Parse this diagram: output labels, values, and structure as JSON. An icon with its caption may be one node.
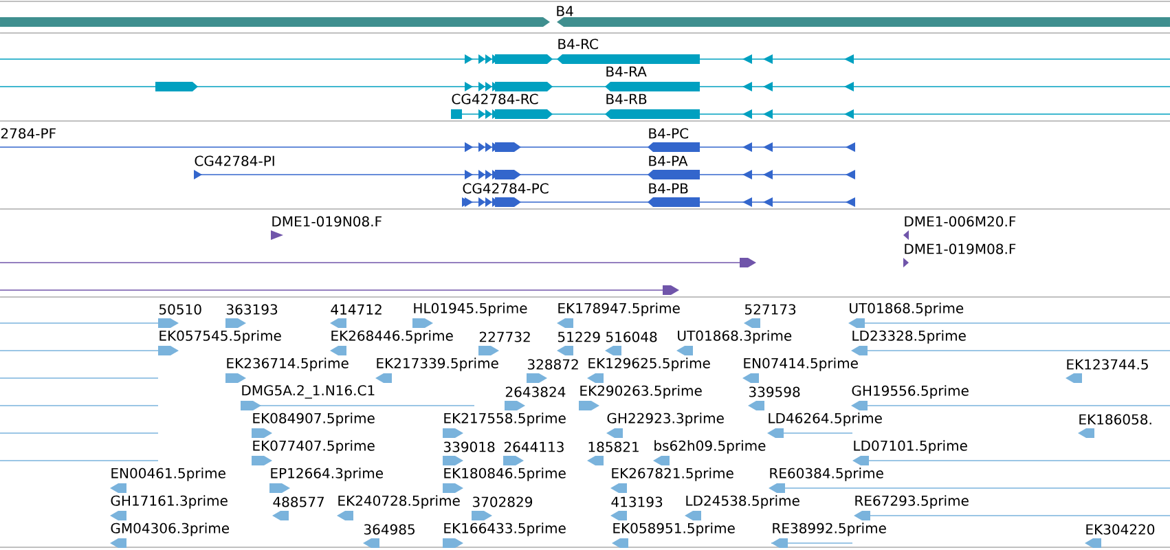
{
  "diagram": {
    "labels": [
      "B4",
      "B4-RC",
      "B4-RA",
      "CG42784-RC",
      "B4-RB",
      "2784-PF",
      "B4-PC",
      "CG42784-PI",
      "B4-PA",
      "CG42784-PC",
      "B4-PB",
      "DME1-019N08.F",
      "DME1-006M20.F",
      "DME1-019M08.F",
      "50510",
      "363193",
      "414712",
      "HL01945.5prime",
      "EK178947.5prime",
      "527173",
      "UT01868.5prime",
      "EK057545.5prime",
      "EK268446.5prime",
      "227732",
      "51229",
      "516048",
      "UT01868.3prime",
      "LD23328.5prime",
      "EK236714.5prime",
      "EK217339.5prime",
      "328872",
      "EK129625.5prime",
      "EN07414.5prime",
      "EK123744.5",
      "DMG5A.2_1.N16.C1",
      "2643824",
      "EK290263.5prime",
      "339598",
      "GH19556.5prime",
      "EK084907.5prime",
      "EK217558.5prime",
      "GH22923.3prime",
      "LD46264.5prime",
      "EK186058.",
      "EK077407.5prime",
      "339018",
      "2644113",
      "185821",
      "bs62h09.5prime",
      "LD07101.5prime",
      "EN00461.5prime",
      "EP12664.3prime",
      "EK180846.5prime",
      "EK267821.5prime",
      "RE60384.5prime",
      "GH17161.3prime",
      "488577",
      "EK240728.5prime",
      "3702829",
      "413193",
      "LD24538.5prime",
      "RE67293.5prime",
      "GM04306.3prime",
      "364985",
      "EK166433.5prime",
      "EK058951.5prime",
      "RE38992.5prime",
      "EK304220"
    ]
  }
}
